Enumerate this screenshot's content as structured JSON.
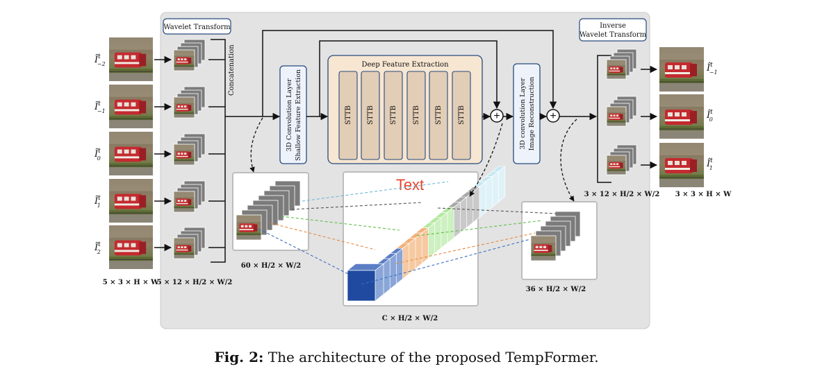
{
  "labels": {
    "wavelet": "Wavelet Transform",
    "inverse_line1": "Inverse",
    "inverse_line2": "Wavelet Transform",
    "concatenation": "Concatenation",
    "conv_in_line1": "3D Convolution Layer",
    "conv_in_line2": "Shallow Feature Extraction",
    "deep_title": "Deep Feature Extraction",
    "stage_label": "STTB",
    "conv_out_line1": "3D convolution Layer",
    "conv_out_line2": "Image Reconstruction",
    "text_overlay": "Text",
    "plus": "+"
  },
  "inputs": {
    "names": [
      "Ĩ",
      "Ĩ",
      "Ĩ",
      "Ĩ",
      "Ĩ"
    ],
    "sup": [
      "t",
      "t",
      "t",
      "t",
      "t"
    ],
    "sub": [
      "−2",
      "−1",
      "0",
      "1",
      "2"
    ]
  },
  "outputs": {
    "names": [
      "Î",
      "Î",
      "Î"
    ],
    "sup": [
      "t",
      "t",
      "t"
    ],
    "sub": [
      "−1",
      "0",
      "1"
    ]
  },
  "dims": {
    "input": "5 × 3 × H × W",
    "wavelet": "5 × 12 × H/2 × W/2",
    "shallow": "60 × H/2 × W/2",
    "deep": "C × H/2 × W/2",
    "recon": "36 × H/2 × W/2",
    "inverse": "3 × 12 × H/2 × W/2",
    "output": "3 × 3 × H × W"
  },
  "caption": {
    "label": "Fig. 2:",
    "text": " The architecture of the proposed TempFormer."
  },
  "colors": {
    "panel": "#e3e3e3",
    "block_fill": "#eef3fb",
    "block_stroke": "#264a7d",
    "deep_fill": "#f6e6d2",
    "sttb_fill": "#e2cdb6",
    "cube_blue": "#1f4aa0",
    "cube_orange": "#e7893f",
    "cube_green": "#84d66b",
    "cube_gray": "#7b7b7b",
    "cube_cyan": "#9fd4e6",
    "text_red": "#e8452e"
  }
}
